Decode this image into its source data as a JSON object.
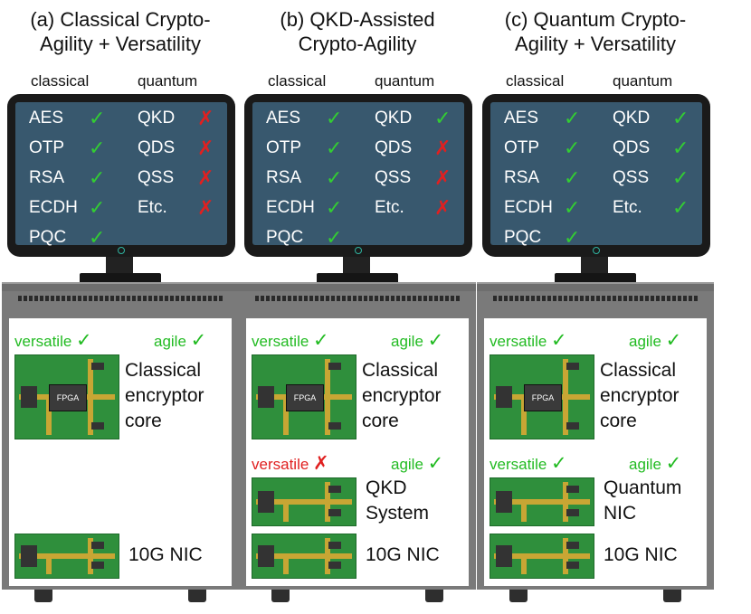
{
  "panels": [
    {
      "title_line1": "(a) Classical Crypto-",
      "title_line2": "Agility + Versatility",
      "classical_header": "classical",
      "quantum_header": "quantum",
      "classical_algos": [
        {
          "name": "AES",
          "status": "ok"
        },
        {
          "name": "OTP",
          "status": "ok"
        },
        {
          "name": "RSA",
          "status": "ok"
        },
        {
          "name": "ECDH",
          "status": "ok"
        },
        {
          "name": "PQC",
          "status": "ok"
        }
      ],
      "quantum_algos": [
        {
          "name": "QKD",
          "status": "no"
        },
        {
          "name": "QDS",
          "status": "no"
        },
        {
          "name": "QSS",
          "status": "no"
        },
        {
          "name": "Etc.",
          "status": "no"
        }
      ],
      "core_versatile": "versatile",
      "core_versatile_mark": "✓",
      "core_agile": "agile",
      "core_agile_mark": "✓",
      "core_label_1": "Classical",
      "core_label_2": "encryptor",
      "core_label_3": "core",
      "fpga_label": "FPGA",
      "nic_label": "10G NIC"
    },
    {
      "title_line1": "(b) QKD-Assisted",
      "title_line2": "Crypto-Agility",
      "classical_header": "classical",
      "quantum_header": "quantum",
      "classical_algos": [
        {
          "name": "AES",
          "status": "ok"
        },
        {
          "name": "OTP",
          "status": "ok"
        },
        {
          "name": "RSA",
          "status": "ok"
        },
        {
          "name": "ECDH",
          "status": "ok"
        },
        {
          "name": "PQC",
          "status": "ok"
        }
      ],
      "quantum_algos": [
        {
          "name": "QKD",
          "status": "ok"
        },
        {
          "name": "QDS",
          "status": "no"
        },
        {
          "name": "QSS",
          "status": "no"
        },
        {
          "name": "Etc.",
          "status": "no"
        }
      ],
      "core_versatile": "versatile",
      "core_versatile_mark": "✓",
      "core_agile": "agile",
      "core_agile_mark": "✓",
      "core_label_1": "Classical",
      "core_label_2": "encryptor",
      "core_label_3": "core",
      "fpga_label": "FPGA",
      "mid_versatile": "versatile",
      "mid_versatile_mark": "✗",
      "mid_versatile_status": "no",
      "mid_agile": "agile",
      "mid_agile_mark": "✓",
      "mid_label_1": "QKD",
      "mid_label_2": "System",
      "nic_label": "10G NIC"
    },
    {
      "title_line1": "(c) Quantum Crypto-",
      "title_line2": "Agility + Versatility",
      "classical_header": "classical",
      "quantum_header": "quantum",
      "classical_algos": [
        {
          "name": "AES",
          "status": "ok"
        },
        {
          "name": "OTP",
          "status": "ok"
        },
        {
          "name": "RSA",
          "status": "ok"
        },
        {
          "name": "ECDH",
          "status": "ok"
        },
        {
          "name": "PQC",
          "status": "ok"
        }
      ],
      "quantum_algos": [
        {
          "name": "QKD",
          "status": "ok"
        },
        {
          "name": "QDS",
          "status": "ok"
        },
        {
          "name": "QSS",
          "status": "ok"
        },
        {
          "name": "Etc.",
          "status": "ok"
        }
      ],
      "core_versatile": "versatile",
      "core_versatile_mark": "✓",
      "core_agile": "agile",
      "core_agile_mark": "✓",
      "core_label_1": "Classical",
      "core_label_2": "encryptor",
      "core_label_3": "core",
      "fpga_label": "FPGA",
      "mid_versatile": "versatile",
      "mid_versatile_mark": "✓",
      "mid_versatile_status": "ok",
      "mid_agile": "agile",
      "mid_agile_mark": "✓",
      "mid_label_1": "Quantum",
      "mid_label_2": "NIC",
      "nic_label": "10G NIC"
    }
  ],
  "colors": {
    "ok": "#33cc33",
    "no": "#e02020",
    "screen": "#38586e",
    "board": "#2f8f3c"
  }
}
